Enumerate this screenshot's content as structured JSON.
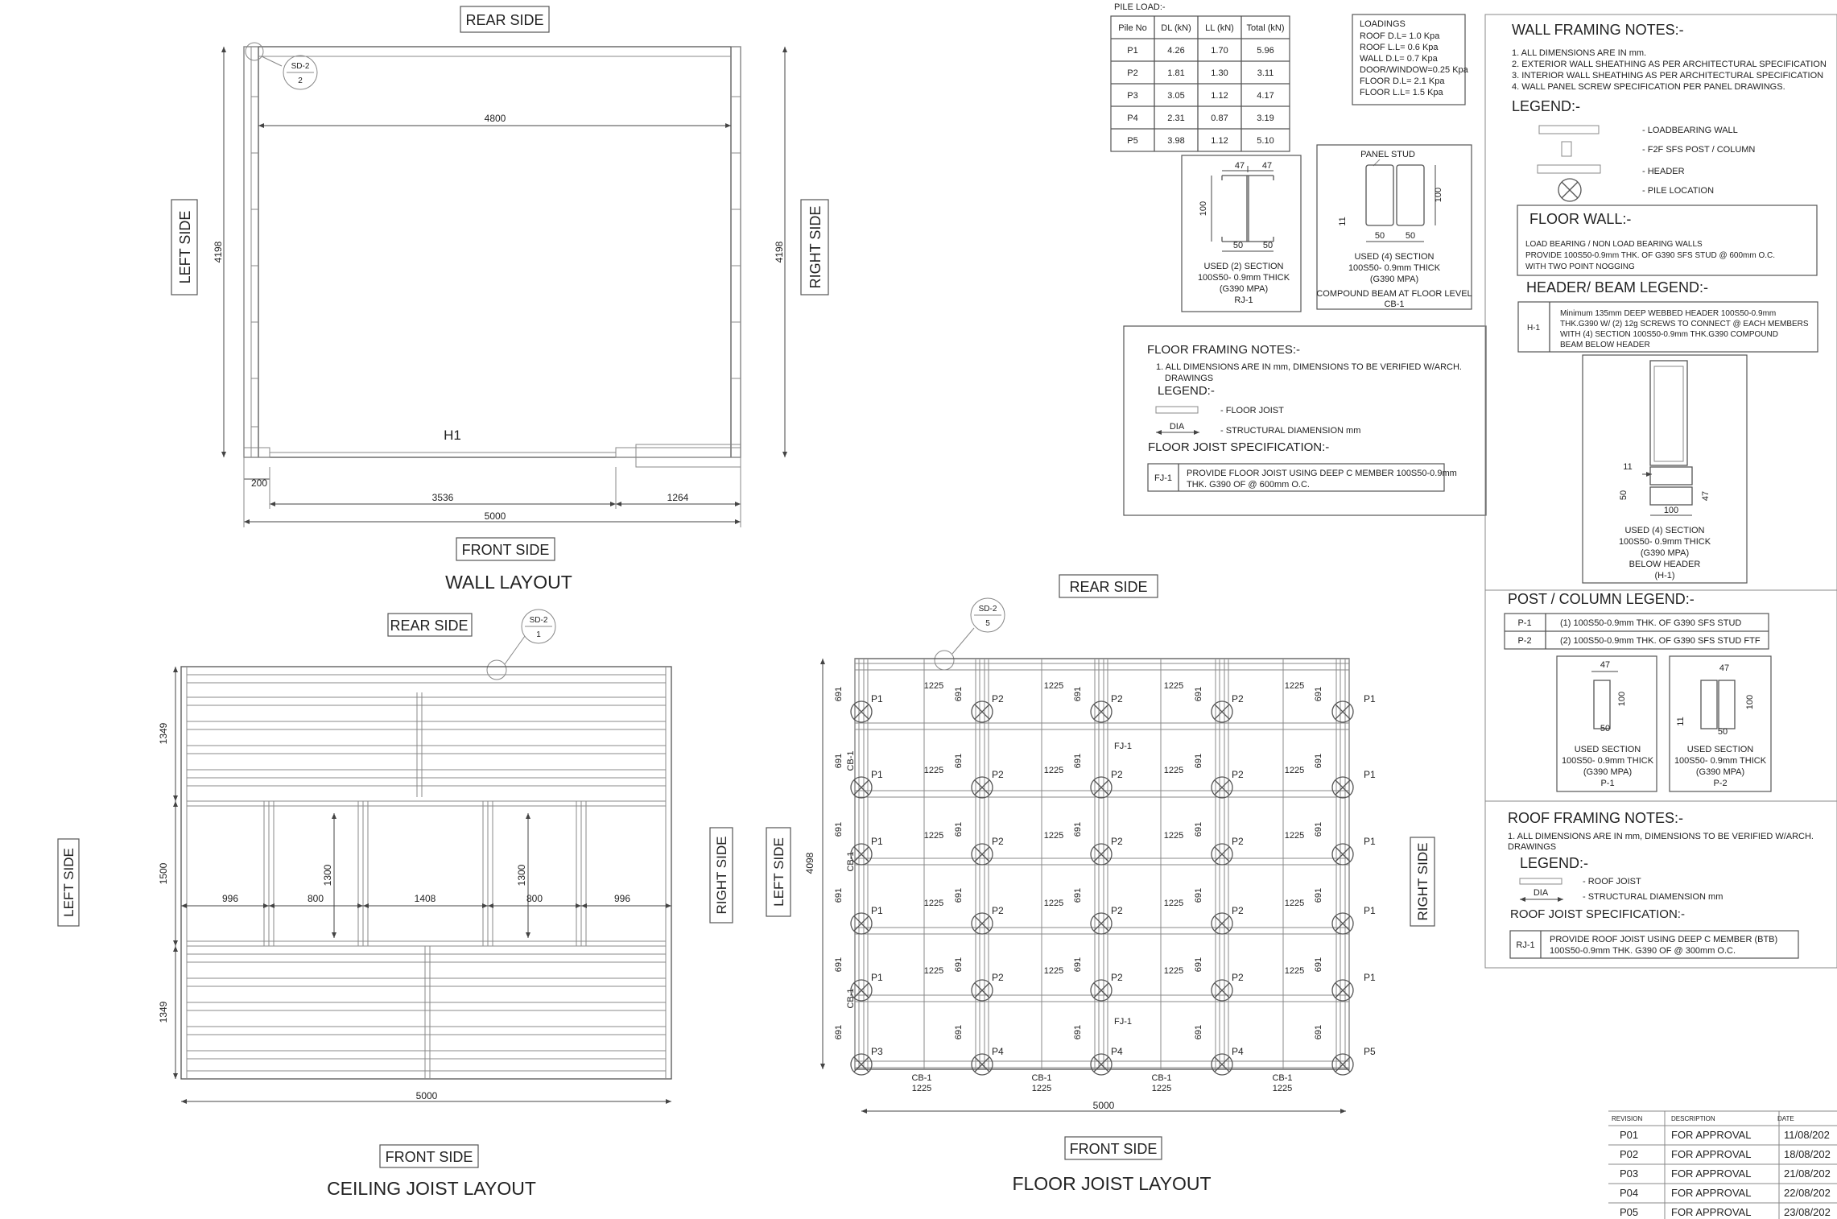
{
  "wall_layout": {
    "title": "WALL LAYOUT",
    "rear": "REAR SIDE",
    "front": "FRONT SIDE",
    "left": "LEFT SIDE",
    "right": "RIGHT SIDE",
    "sd_tag": "SD-2",
    "sd_num": "2",
    "dim_top": "4800",
    "dim_height_left": "4198",
    "dim_height_right": "4198",
    "header_tag": "H1",
    "dim_200": "200",
    "dim_3536": "3536",
    "dim_1264": "1264",
    "dim_5000": "5000"
  },
  "ceiling_layout": {
    "title": "CEILING JOIST LAYOUT",
    "rear": "REAR SIDE",
    "front": "FRONT SIDE",
    "left": "LEFT SIDE",
    "right": "RIGHT SIDE",
    "sd_tag": "SD-2",
    "sd_num": "1",
    "dim_1349_top": "1349",
    "dim_1500": "1500",
    "dim_1349_bot": "1349",
    "dim_1300_a": "1300",
    "dim_1300_b": "1300",
    "dim_996_a": "996",
    "dim_800_a": "800",
    "dim_1408": "1408",
    "dim_800_b": "800",
    "dim_996_b": "996",
    "dim_5000": "5000"
  },
  "floor_layout": {
    "title": "FLOOR JOIST LAYOUT",
    "rear": "REAR SIDE",
    "front": "FRONT SIDE",
    "left": "LEFT SIDE",
    "right": "RIGHT SIDE",
    "sd_tag": "SD-2",
    "sd_num": "5",
    "dim_4098": "4098",
    "dim_5000": "5000",
    "spacing": "1225",
    "row_spacing": "691",
    "cb_tag": "CB-1",
    "fj_tag": "FJ-1",
    "p1": "P1",
    "p2": "P2",
    "p3": "P3",
    "p4": "P4",
    "p5": "P5"
  },
  "pile_load": {
    "title": "PILE LOAD:-",
    "headers": [
      "Pile No",
      "DL (kN)",
      "LL (kN)",
      "Total (kN)"
    ],
    "rows": [
      [
        "P1",
        "4.26",
        "1.70",
        "5.96"
      ],
      [
        "P2",
        "1.81",
        "1.30",
        "3.11"
      ],
      [
        "P3",
        "3.05",
        "1.12",
        "4.17"
      ],
      [
        "P4",
        "2.31",
        "0.87",
        "3.19"
      ],
      [
        "P5",
        "3.98",
        "1.12",
        "5.10"
      ]
    ]
  },
  "loadings": {
    "title": "LOADINGS",
    "lines": [
      "ROOF D.L= 1.0 Kpa",
      "ROOF L.L= 0.6 Kpa",
      "WALL D.L= 0.7 Kpa",
      "DOOR/WINDOW=0.25 Kpa",
      "FLOOR D.L= 2.1 Kpa",
      "FLOOR L.L= 1.5 Kpa"
    ]
  },
  "section_rj1": {
    "w_a": "47",
    "w_b": "47",
    "h": "100",
    "b_a": "50",
    "b_b": "50",
    "lines": [
      "USED (2) SECTION",
      "100S50- 0.9mm THICK",
      "(G390 MPA)",
      "RJ-1"
    ]
  },
  "section_cb1": {
    "label": "PANEL STUD",
    "h": "100",
    "lip": "11",
    "b_a": "50",
    "b_b": "50",
    "lines": [
      "USED (4) SECTION",
      "100S50- 0.9mm THICK",
      "(G390 MPA)",
      "COMPOUND BEAM AT FLOOR LEVEL",
      "CB-1"
    ]
  },
  "floor_notes": {
    "title": "FLOOR FRAMING NOTES:-",
    "note1a": "1.  ALL DIMENSIONS ARE IN mm, DIMENSIONS TO BE VERIFIED W/ARCH.",
    "note1b": "DRAWINGS",
    "legend": "LEGEND:-",
    "leg_joist": "-  FLOOR  JOIST",
    "dia": "DIA",
    "leg_dia": "-  STRUCTURAL DIAMENSION mm",
    "spec_title": "FLOOR JOIST  SPECIFICATION:-",
    "spec_tag": "FJ-1",
    "spec_line1": "PROVIDE FLOOR JOIST USING DEEP C MEMBER 100S50-0.9mm",
    "spec_line2": "THK. G390 OF @ 600mm O.C."
  },
  "wall_notes": {
    "title": "WALL FRAMING NOTES:-",
    "notes": [
      "1.  ALL DIMENSIONS ARE IN mm.",
      "2.  EXTERIOR WALL SHEATHING AS PER ARCHITECTURAL SPECIFICATION",
      "3.  INTERIOR WALL SHEATHING AS PER ARCHITECTURAL SPECIFICATION",
      "4.  WALL PANEL SCREW SPECIFICATION PER PANEL DRAWINGS."
    ],
    "legend": "LEGEND:-",
    "leg_wall": "- LOADBEARING WALL",
    "leg_post": "-  F2F SFS POST / COLUMN",
    "leg_header": "-  HEADER",
    "leg_pile": "-  PILE LOCATION"
  },
  "floor_wall": {
    "title": "FLOOR WALL:-",
    "lines": [
      "LOAD BEARING / NON LOAD BEARING WALLS",
      "PROVIDE 100S50-0.9mm THK. OF G390  SFS STUD  @ 600mm O.C.",
      "WITH TWO POINT NOGGING"
    ]
  },
  "header_legend": {
    "title": "HEADER/  BEAM LEGEND:-",
    "tag": "H-1",
    "lines": [
      "Minimum 135mm DEEP WEBBED HEADER 100S50-0.9mm",
      "THK.G390 W/ (2) 12g SCREWS TO CONNECT @ EACH MEMBERS",
      "WITH (4) SECTION 100S50-0.9mm THK.G390 COMPOUND",
      "BEAM BELOW HEADER"
    ]
  },
  "section_h1": {
    "lip": "11",
    "h": "50",
    "d": "47",
    "w": "100",
    "lines": [
      "USED (4) SECTION",
      "100S50- 0.9mm THICK",
      "(G390 MPA)",
      "BELOW HEADER",
      "(H-1)"
    ]
  },
  "post_legend": {
    "title": "POST / COLUMN LEGEND:-",
    "rows": [
      [
        "P-1",
        "(1) 100S50-0.9mm THK. OF G390  SFS STUD"
      ],
      [
        "P-2",
        "(2) 100S50-0.9mm THK. OF G390  SFS STUD FTF"
      ]
    ]
  },
  "section_p1": {
    "top": "47",
    "h": "100",
    "b": "50",
    "lines": [
      "USED SECTION",
      "100S50- 0.9mm THICK",
      "(G390 MPA)",
      "P-1"
    ]
  },
  "section_p2": {
    "top": "47",
    "h": "100",
    "lip": "11",
    "b": "50",
    "lines": [
      "USED SECTION",
      "100S50- 0.9mm THICK",
      "(G390 MPA)",
      "P-2"
    ]
  },
  "roof_notes": {
    "title": "ROOF FRAMING NOTES:-",
    "note1a": "1.  ALL DIMENSIONS ARE IN mm, DIMENSIONS TO BE VERIFIED W/ARCH.",
    "note1b": "DRAWINGS",
    "legend": "LEGEND:-",
    "leg_joist": "-  ROOF  JOIST",
    "dia": "DIA",
    "leg_dia": "-  STRUCTURAL DIAMENSION mm",
    "spec_title": "ROOF JOIST  SPECIFICATION:-",
    "spec_tag": "RJ-1",
    "spec_line1": "PROVIDE  ROOF JOIST USING DEEP C MEMBER (BTB)",
    "spec_line2": "100S50-0.9mm THK. G390 OF @ 300mm O.C."
  },
  "revisions": {
    "headers": [
      "REVISION",
      "DESCRIPTION",
      "DATE"
    ],
    "rows": [
      [
        "P01",
        "FOR APPROVAL",
        "11/08/202"
      ],
      [
        "P02",
        "FOR APPROVAL",
        "18/08/202"
      ],
      [
        "P03",
        "FOR APPROVAL",
        "21/08/202"
      ],
      [
        "P04",
        "FOR APPROVAL",
        "22/08/202"
      ],
      [
        "P05",
        "FOR APPROVAL",
        "23/08/202"
      ]
    ]
  }
}
